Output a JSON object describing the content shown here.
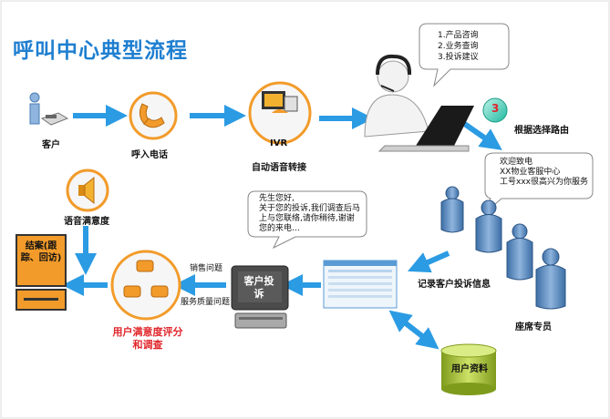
{
  "title": "呼叫中心典型流程",
  "nodes": {
    "customer": "客户",
    "call_in": "呼入电话",
    "ivr_badge": "IVR",
    "ivr": "自动语音转接",
    "route": "根据选择路由",
    "agents": "座席专员",
    "record": "记录客户投诉信息",
    "user_data": "用户资料",
    "complaint_screen": "客户投诉",
    "sales": "销售问题",
    "service": "服务质量问题",
    "survey": "用户满意度评分和调查",
    "voice_sat": "语音满意度",
    "close_case": "结案(跟踪、回访)"
  },
  "step_badge": "3",
  "menu_bubble": [
    "1.产品咨询",
    "2.业务查询",
    "3.投诉建议"
  ],
  "agent_bubble": [
    "欢迎致电",
    "XX物业客服中心",
    "工号xxx很高兴为你服务"
  ],
  "customer_bubble": [
    "先生您好,",
    "关于您的投诉,我们调查后马",
    "上与您联络,请你稍待,谢谢",
    "您的来电…"
  ],
  "colors": {
    "arrow": "#2b9be3",
    "accent": "#f29b2a",
    "title": "#1f7fd0",
    "survey_text": "#e0262b"
  }
}
